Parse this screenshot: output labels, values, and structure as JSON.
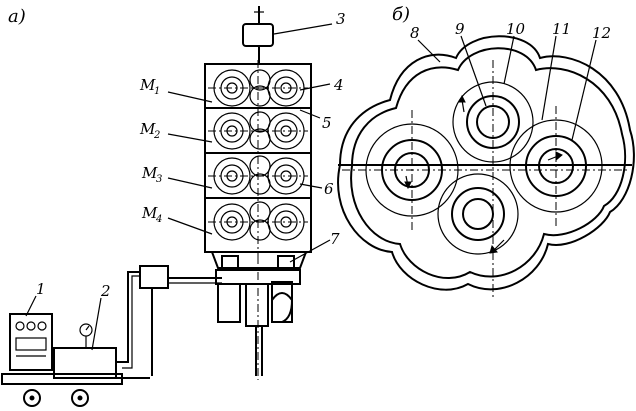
{
  "panels": {
    "a": "a)",
    "b": "б)"
  },
  "labels_a": {
    "l1": "1",
    "l2": "2",
    "l3": "3",
    "l4": "4",
    "l5": "5",
    "l6": "6",
    "l7": "7"
  },
  "motors": [
    {
      "main": "M",
      "sub": "1"
    },
    {
      "main": "M",
      "sub": "2"
    },
    {
      "main": "M",
      "sub": "3"
    },
    {
      "main": "M",
      "sub": "4"
    }
  ],
  "labels_b": {
    "l8": "8",
    "l9": "9",
    "l10": "10",
    "l11": "11",
    "l12": "12"
  }
}
